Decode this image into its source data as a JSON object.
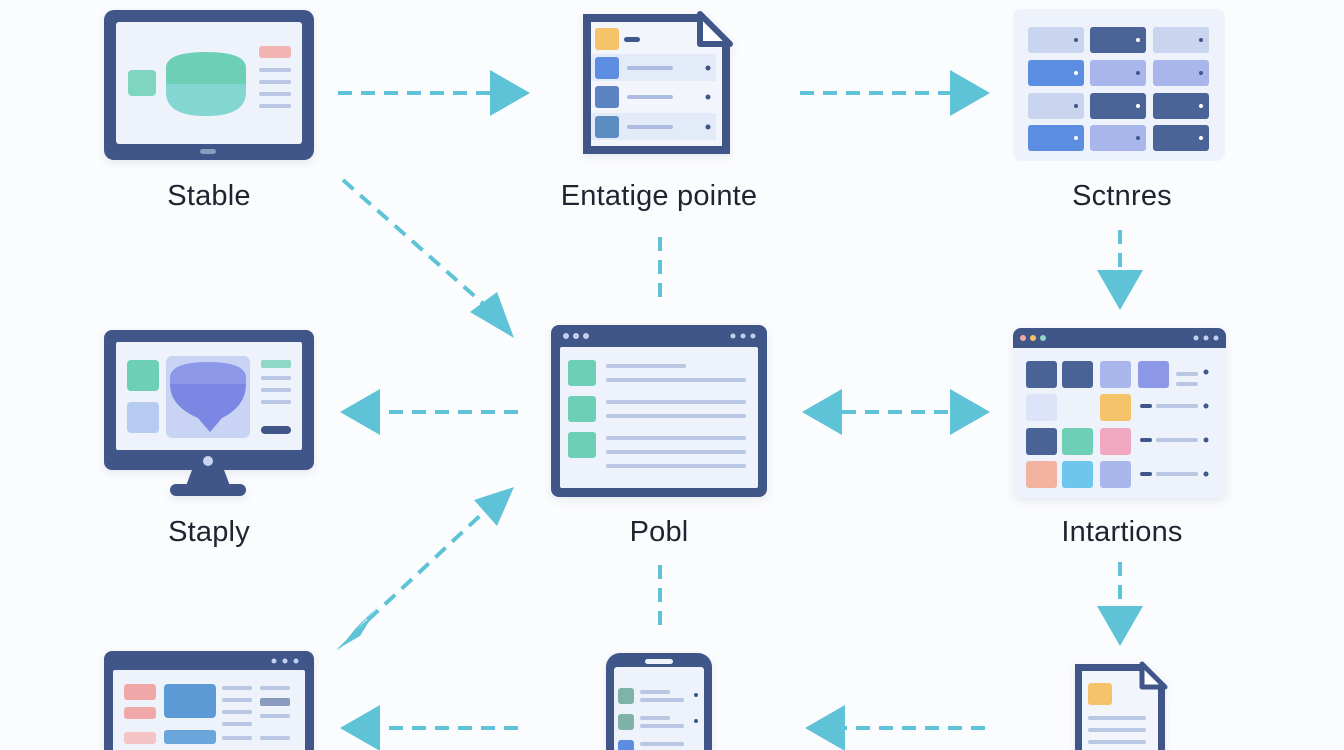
{
  "nodes": [
    {
      "id": "stable",
      "label": "Stable",
      "icon": "laptop-icon"
    },
    {
      "id": "entatige-pointe",
      "label": "Entatige pointe",
      "icon": "document-icon"
    },
    {
      "id": "sctnres",
      "label": "Sctnres",
      "icon": "data-grid-icon"
    },
    {
      "id": "staply",
      "label": "Staply",
      "icon": "desktop-monitor-icon"
    },
    {
      "id": "pobl",
      "label": "Pobl",
      "icon": "browser-window-icon"
    },
    {
      "id": "intartions",
      "label": "Intartions",
      "icon": "dashboard-window-icon"
    },
    {
      "id": "bottom-left",
      "label": "",
      "icon": "app-window-icon"
    },
    {
      "id": "bottom-center",
      "label": "",
      "icon": "phone-icon"
    },
    {
      "id": "bottom-right",
      "label": "",
      "icon": "document-icon"
    }
  ],
  "colors": {
    "frame": "#3f5789",
    "arrow": "#5ec3d6",
    "screen": "#eef3fb",
    "teal": "#6dcfb6",
    "blue": "#5b8de0",
    "lavender": "#a9b6ec",
    "navy": "#4a6497",
    "pink": "#f0a8a8",
    "yellow": "#f5c46b",
    "purple": "#8d97e8"
  }
}
